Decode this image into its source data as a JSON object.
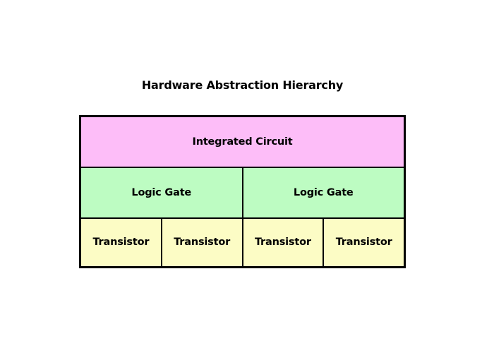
{
  "title": "Hardware Abstraction Hierarchy",
  "colors": {
    "integrated_circuit_fill": "#fdbdf8",
    "logic_gate_fill": "#bdfcc2",
    "transistor_fill": "#fcfcc5",
    "border": "#000000",
    "text": "#000000",
    "background": "#ffffff"
  },
  "levels": [
    {
      "blocks": [
        {
          "label": "Integrated Circuit"
        }
      ]
    },
    {
      "blocks": [
        {
          "label": "Logic Gate"
        },
        {
          "label": "Logic Gate"
        }
      ]
    },
    {
      "blocks": [
        {
          "label": "Transistor"
        },
        {
          "label": "Transistor"
        },
        {
          "label": "Transistor"
        },
        {
          "label": "Transistor"
        }
      ]
    }
  ]
}
